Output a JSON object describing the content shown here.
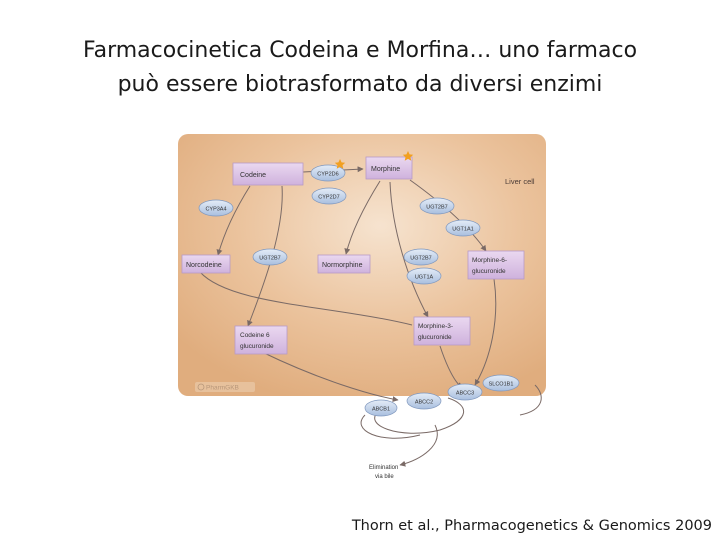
{
  "slide": {
    "title_line1": "Farmacocinetica Codeina e Morfina… uno farmaco",
    "title_line2": "può essere biotrasformato da diversi enzimi",
    "citation": "Thorn et al., Pharmacogenetics & Genomics 2009"
  },
  "diagram": {
    "cell_label": "Liver cell",
    "watermark": "PharmGKB",
    "compounds": {
      "codeine": "Codeine",
      "morphine": "Morphine",
      "norcodeine": "Norcodeine",
      "normorphine": "Normorphine",
      "morphine6g_line1": "Morphine-6-",
      "morphine6g_line2": "glucuronide",
      "codeine6g_line1": "Codeine 6",
      "codeine6g_line2": "glucuronide",
      "morphine3g_line1": "Morphine-3-",
      "morphine3g_line2": "glucuronide"
    },
    "enzymes": {
      "cyp2d6": "CYP2D6",
      "cyp2d7": "CYP2D7",
      "cyp3a4": "CYP3A4",
      "ugt2b7_codeine": "UGT2B7",
      "ugt2b7_morphine": "UGT2B7",
      "ugt1a1": "UGT1A1",
      "ugt2b7_normorphine": "UGT2B7",
      "ugt1a": "UGT1A"
    },
    "transporters": {
      "slco1b1": "SLCO1B1",
      "abcc3": "ABCC3",
      "abcc2": "ABCC2",
      "abcb1": "ABCB1"
    },
    "elimination_line1": "Elimination",
    "elimination_line2": "via bile"
  },
  "colors": {
    "cell_fill": "#e5b68a",
    "compound_box": "#dcc0e6",
    "enzyme_fill": "#b8cbe6",
    "star": "#f2a020"
  }
}
